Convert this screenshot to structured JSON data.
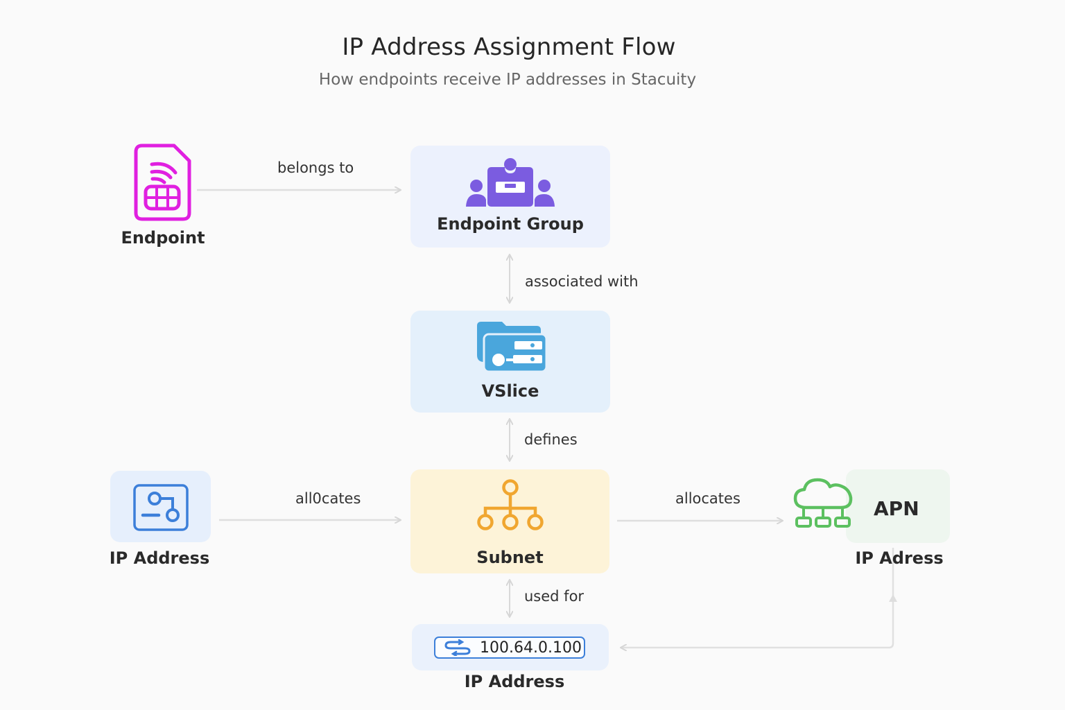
{
  "header": {
    "title": "IP Address Assignment Flow",
    "subtitle": "How endpoints receive IP addresses in Stacuity"
  },
  "nodes": {
    "endpoint": {
      "label": "Endpoint",
      "icon": "sim-card-icon",
      "color": "#e020e0"
    },
    "endpoint_group": {
      "label": "Endpoint Group",
      "icon": "group-icon",
      "color": "#7b5ce0",
      "bg": "#ecf1fd"
    },
    "vslice": {
      "label": "VSlice",
      "icon": "folder-server-icon",
      "color": "#4aa6dc",
      "bg": "#e4f0fb"
    },
    "ip_address_left": {
      "label": "IP Address",
      "icon": "ip-route-icon",
      "color": "#3c7fd9",
      "bg": "#e6effc"
    },
    "subnet": {
      "label": "Subnet",
      "icon": "hierarchy-icon",
      "color": "#f0a630",
      "bg": "#fdf3d8"
    },
    "apn": {
      "label": "APN",
      "sublabel": "IP Adress",
      "icon": "cloud-network-icon",
      "color": "#5cc060",
      "bg": "#eef6ef"
    },
    "ip_address_bottom": {
      "label": "IP Address",
      "value": "100.64.0.100",
      "icon": "swap-icon",
      "color": "#3c7fd9",
      "bg": "#eaf1fc"
    }
  },
  "edges": [
    {
      "from": "endpoint",
      "to": "endpoint_group",
      "label": "belongs to"
    },
    {
      "from": "endpoint_group",
      "to": "vslice",
      "label": "associated with"
    },
    {
      "from": "vslice",
      "to": "subnet",
      "label": "defines"
    },
    {
      "from": "ip_address_left",
      "to": "subnet",
      "label": "all0cates"
    },
    {
      "from": "subnet",
      "to": "apn",
      "label": "allocates"
    },
    {
      "from": "subnet",
      "to": "ip_address_bottom",
      "label": "used for"
    },
    {
      "from": "ip_address_bottom",
      "to": "apn",
      "label": ""
    }
  ]
}
